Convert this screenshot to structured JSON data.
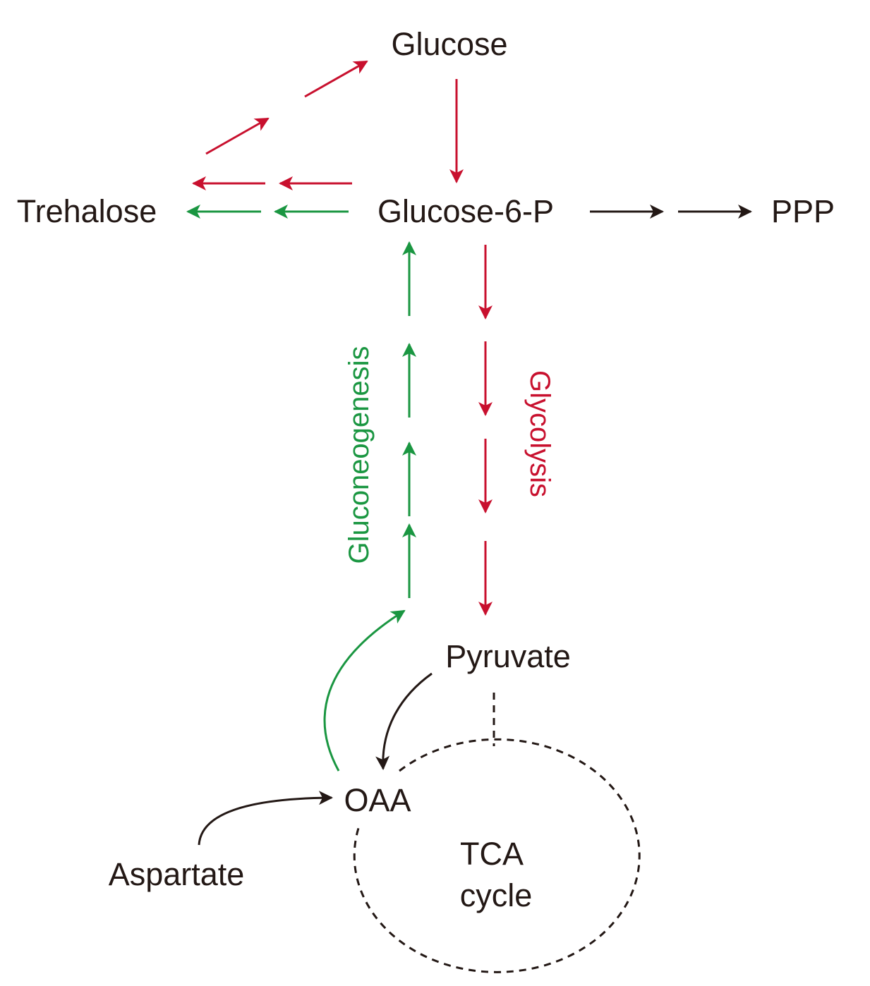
{
  "nodes": {
    "glucose": "Glucose",
    "glucose6p": "Glucose-6-P",
    "trehalose": "Trehalose",
    "ppp": "PPP",
    "pyruvate": "Pyruvate",
    "oaa": "OAA",
    "aspartate": "Aspartate",
    "tca_line1": "TCA",
    "tca_line2": "cycle"
  },
  "pathways": {
    "gluconeogenesis": "Gluconeogenesis",
    "glycolysis": "Glycolysis"
  },
  "colors": {
    "red": "#c8102e",
    "green": "#1a9641",
    "black": "#231815"
  }
}
